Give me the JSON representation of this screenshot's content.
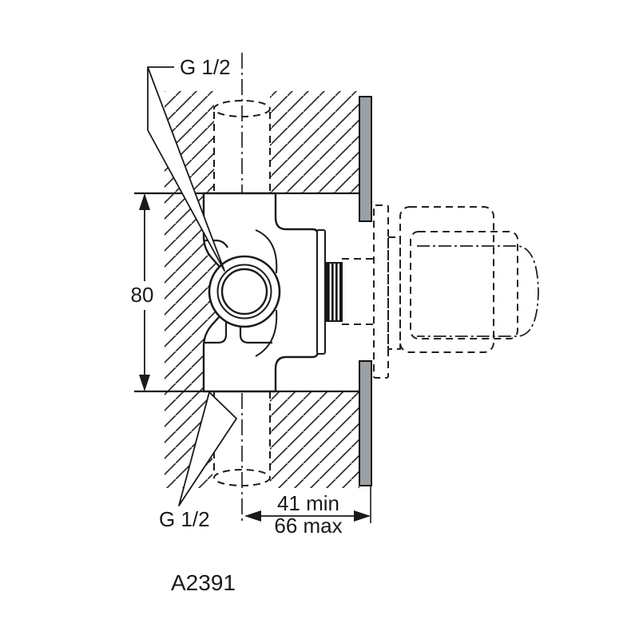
{
  "drawing": {
    "product_code": "A2391",
    "labels": {
      "thread_top": "G 1/2",
      "thread_bottom": "G 1/2",
      "height_dim": "80",
      "depth_min": "41 min",
      "depth_max": "66 max"
    },
    "colors": {
      "line": "#1a1a1a",
      "tile": "#9aa0a6",
      "background": "#ffffff"
    }
  }
}
